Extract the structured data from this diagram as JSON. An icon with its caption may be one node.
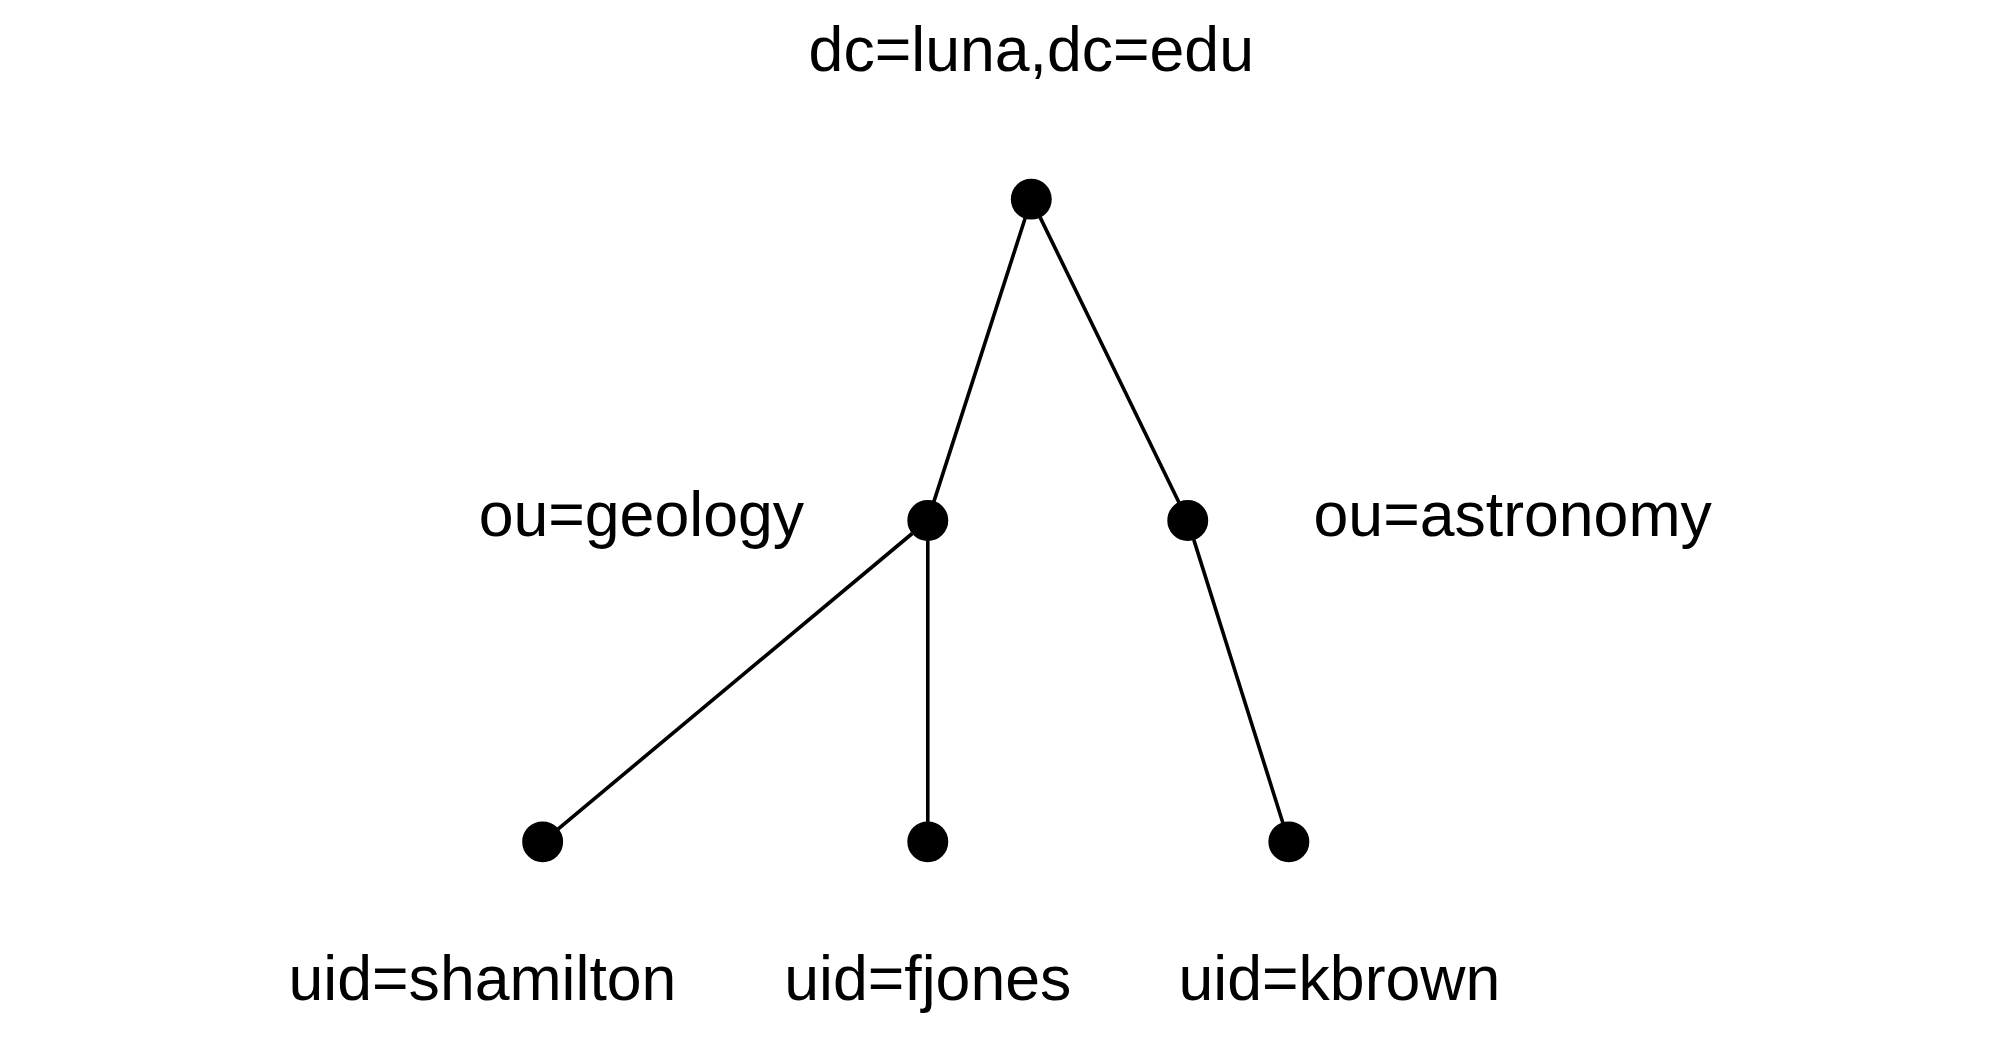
{
  "diagram": {
    "nodes": [
      {
        "text": [],
        "shape": "circle",
        "beside": [
          "dc=luna,dc=edu"
        ]
      },
      {
        "text": [],
        "shape": "circle",
        "beside": [
          "ou=geology"
        ]
      },
      {
        "text": [],
        "shape": "circle",
        "beside": [
          "ou=astronomy"
        ]
      },
      {
        "text": [],
        "shape": "circle",
        "beside": [
          "uid=shamilton"
        ]
      },
      {
        "text": [],
        "shape": "circle",
        "beside": [
          "uid=fjones"
        ]
      },
      {
        "text": [],
        "shape": "circle",
        "beside": [
          "uid=kbrown"
        ]
      }
    ],
    "edges": [
      {
        "from": 0,
        "to": 1,
        "arrow": "none"
      },
      {
        "from": 0,
        "to": 2,
        "arrow": "none"
      },
      {
        "from": 1,
        "to": 3,
        "arrow": "none"
      },
      {
        "from": 1,
        "to": 4,
        "arrow": "none"
      },
      {
        "from": 2,
        "to": 5,
        "arrow": "none"
      }
    ]
  }
}
